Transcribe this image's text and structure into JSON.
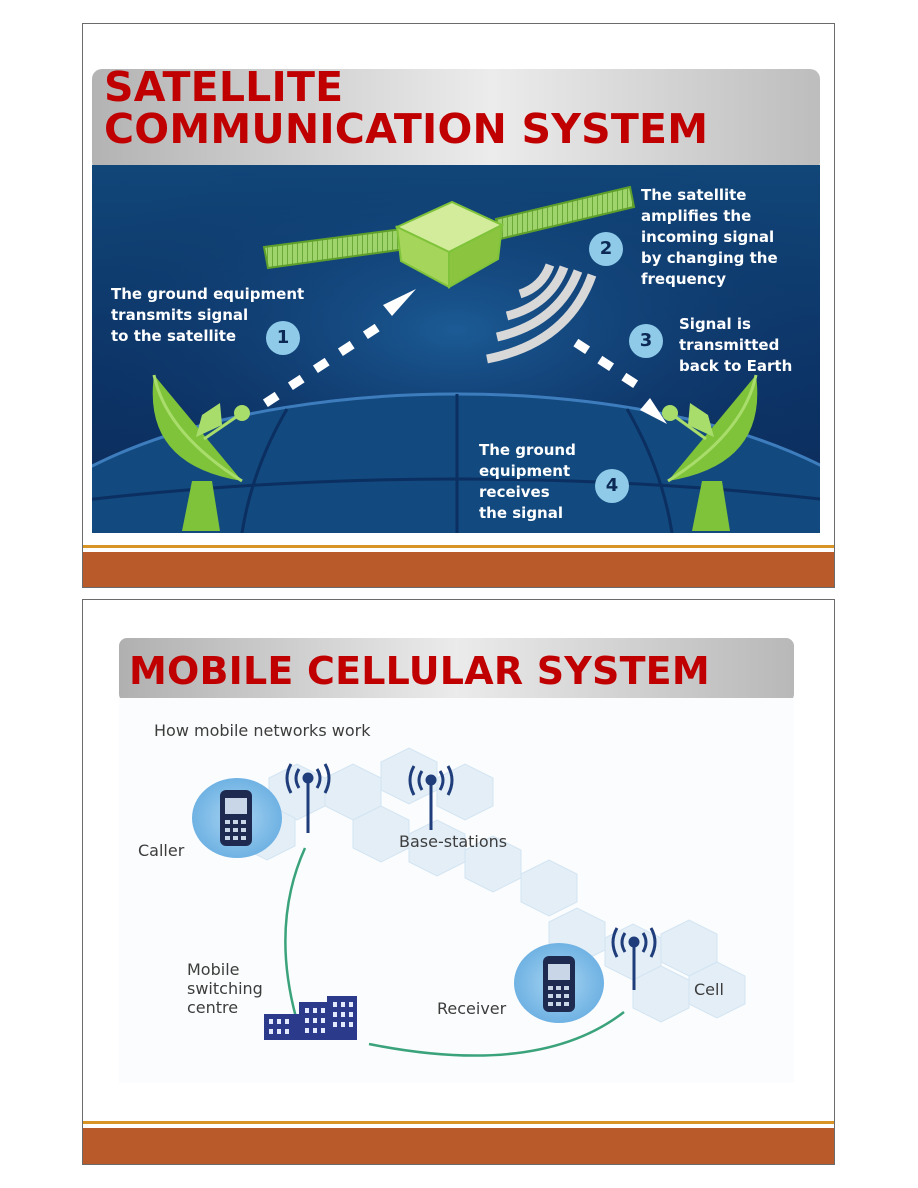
{
  "slide1": {
    "title_line1": "SATELLITE",
    "title_line2": "COMMUNICATION SYSTEM",
    "steps": [
      {
        "number": "1",
        "text": [
          "The ground equipment",
          "transmits signal",
          "to the satellite"
        ]
      },
      {
        "number": "2",
        "text": [
          "The satellite",
          "amplifies the",
          "incoming signal",
          "by changing the",
          "frequency"
        ]
      },
      {
        "number": "3",
        "text": [
          "Signal is",
          "transmitted",
          "back to Earth"
        ]
      },
      {
        "number": "4",
        "text": [
          "The ground",
          "equipment",
          "receives",
          "the signal"
        ]
      }
    ]
  },
  "slide2": {
    "title": "MOBILE CELLULAR SYSTEM",
    "subtitle": "How mobile networks work",
    "labels": {
      "caller": "Caller",
      "base_stations": "Base-stations",
      "msc": [
        "Mobile",
        "switching",
        "centre"
      ],
      "receiver": "Receiver",
      "cell": "Cell"
    }
  },
  "colors": {
    "title_red": "#c00000",
    "footer_orange": "#b85a2a",
    "footer_line": "#d99426",
    "satellite_navy": "#0d3063",
    "dish_green": "#7fc33a",
    "badge_blue": "#8fcbe9",
    "phone_navy": "#1e2a4f"
  }
}
